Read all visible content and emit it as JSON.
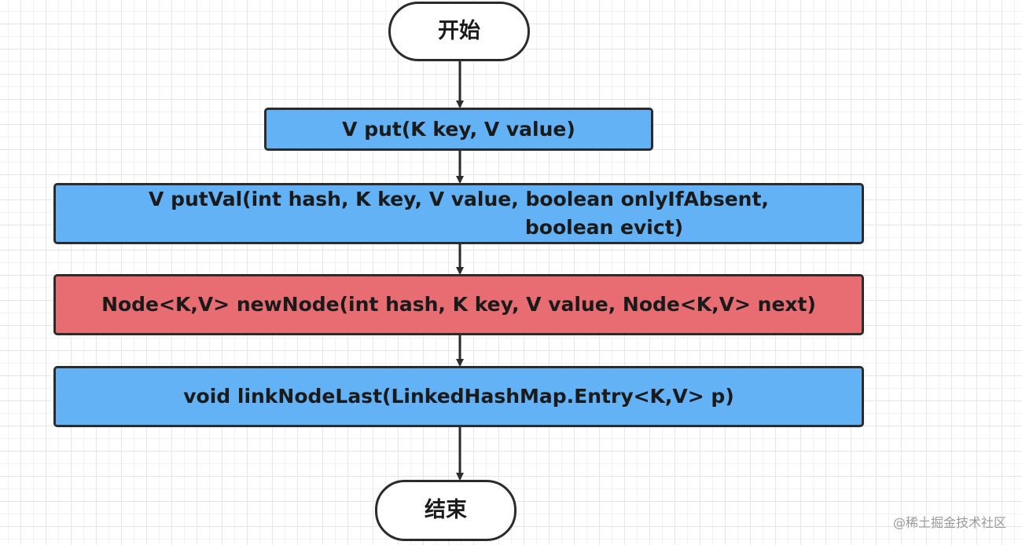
{
  "diagram": {
    "start": "开始",
    "put": "V put(K key, V value)",
    "putval_line1": "V putVal(int hash, K key, V value, boolean onlyIfAbsent,",
    "putval_line2": "boolean evict)",
    "newnode": "Node<K,V> newNode(int hash, K key, V value, Node<K,V> next)",
    "link": "void linkNodeLast(LinkedHashMap.Entry<K,V> p)",
    "end": "结束"
  },
  "watermark": "@稀土掘金技术社区",
  "colors": {
    "process": "#63b2f5",
    "highlight": "#e86d73",
    "stroke": "#2b2b2b"
  }
}
